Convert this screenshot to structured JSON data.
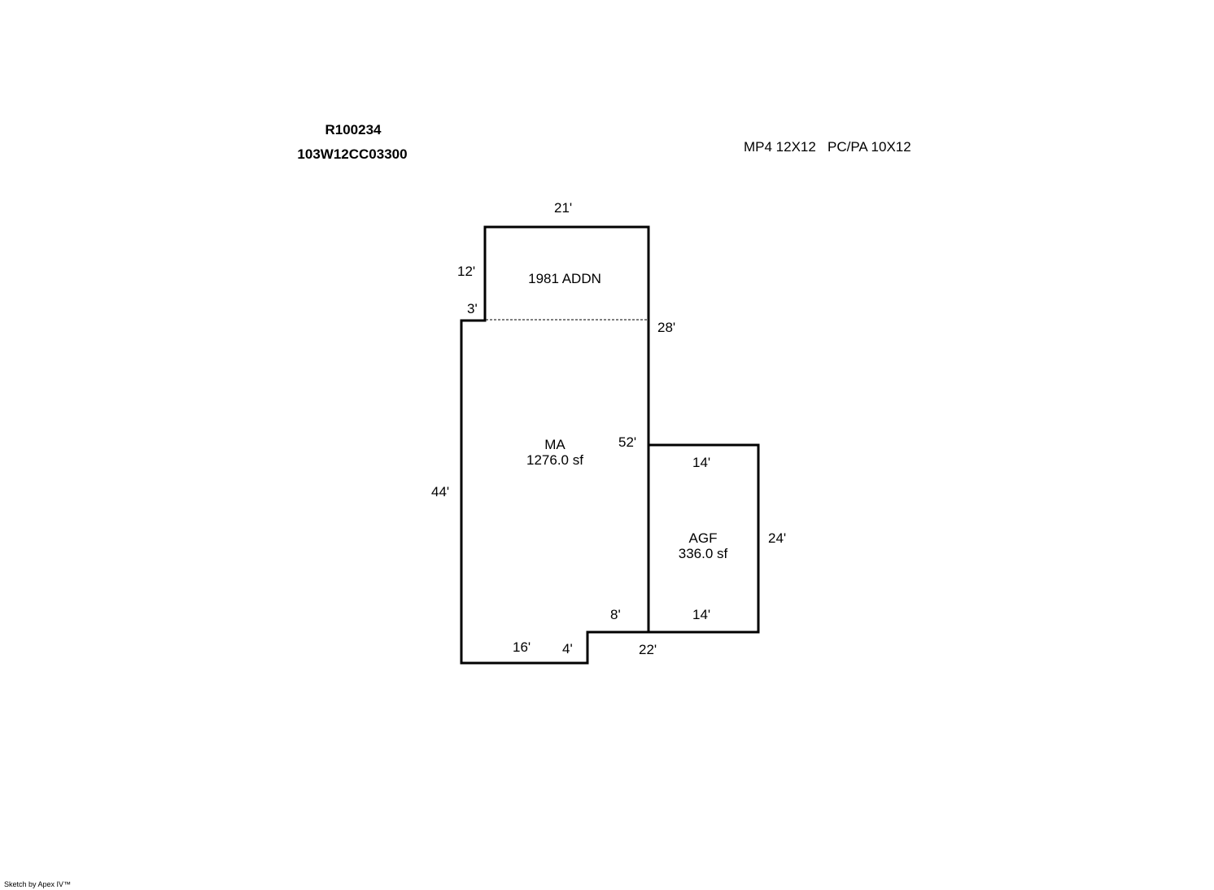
{
  "header": {
    "parcel_id": "R100234",
    "map_tax_lot": "103W12CC03300",
    "notes": "MP4 12X12   PC/PA 10X12"
  },
  "areas": {
    "addition": {
      "label": "1981 ADDN"
    },
    "main": {
      "label": "MA",
      "area": "1276.0 sf"
    },
    "garage": {
      "label": "AGF",
      "area": "336.0 sf"
    }
  },
  "dimensions": {
    "addn_top": "21'",
    "addn_left": "12'",
    "addn_step": "3'",
    "right_upper": "28'",
    "right_mid": "52'",
    "main_left": "44'",
    "bottom_left": "16'",
    "bottom_step": "4'",
    "notch": "8'",
    "bottom_right": "22'",
    "garage_top": "14'",
    "garage_right": "24'",
    "garage_bottom": "14'"
  },
  "footer": {
    "credit": "Sketch by Apex IV™"
  }
}
